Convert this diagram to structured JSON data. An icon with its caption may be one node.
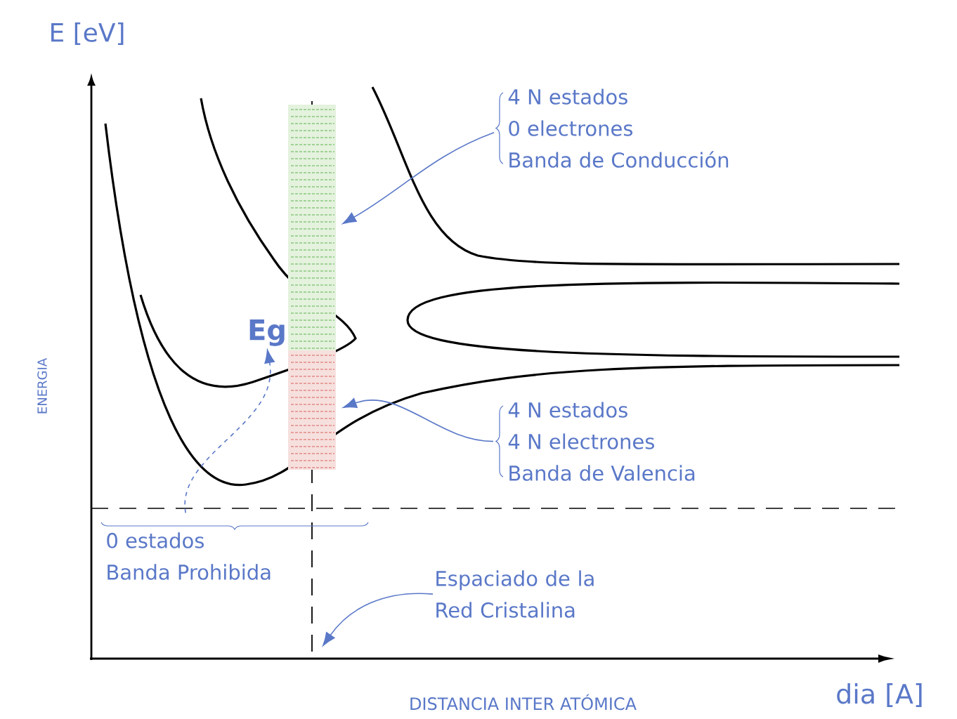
{
  "diagram": {
    "nodes": [
      {
        "text": [
          "4 N estados",
          "0 electrones",
          "Banda de Conducción"
        ]
      },
      {
        "text": [],
        "shape": "bar"
      },
      {
        "text": [],
        "shape": "bar"
      },
      {
        "text": [
          "4 N estados",
          "4 N electrones",
          "Banda de Valencia"
        ]
      },
      {
        "text": [
          "0 estados",
          "Banda Prohibida"
        ]
      },
      {
        "text": [
          "Eg"
        ]
      },
      {
        "text": [
          "Espaciado de la Red Cristalina"
        ]
      }
    ],
    "edges": [
      {
        "from": 0,
        "to": 1,
        "arrow": "to"
      },
      {
        "from": 3,
        "to": 2,
        "arrow": "to"
      },
      {
        "from": 4,
        "to": 5,
        "arrow": "to",
        "style": "dashed"
      },
      {
        "from": 6,
        "to": null,
        "arrow": "to"
      }
    ],
    "labels": [
      "E [eV]",
      "ENERGIA",
      "DISTANCIA INTER ATÓMICA",
      "dia [A]"
    ]
  }
}
